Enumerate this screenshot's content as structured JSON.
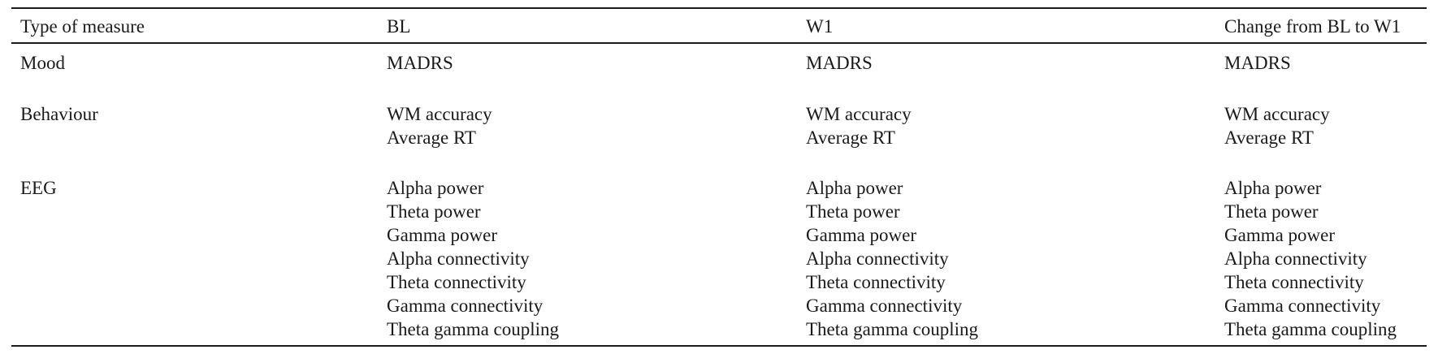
{
  "table": {
    "headers": [
      "Type of measure",
      "BL",
      "W1",
      "Change from BL to W1"
    ],
    "rows": [
      {
        "type": "Mood",
        "bl": [
          "MADRS"
        ],
        "w1": [
          "MADRS"
        ],
        "change": [
          "MADRS"
        ]
      },
      {
        "type": "Behaviour",
        "bl": [
          "WM accuracy",
          "Average RT"
        ],
        "w1": [
          "WM accuracy",
          "Average RT"
        ],
        "change": [
          "WM accuracy",
          "Average RT"
        ]
      },
      {
        "type": "EEG",
        "bl": [
          "Alpha power",
          "Theta power",
          "Gamma power",
          "Alpha connectivity",
          "Theta connectivity",
          "Gamma connectivity",
          "Theta gamma coupling"
        ],
        "w1": [
          "Alpha power",
          "Theta power",
          "Gamma power",
          "Alpha connectivity",
          "Theta connectivity",
          "Gamma connectivity",
          "Theta gamma coupling"
        ],
        "change": [
          "Alpha power",
          "Theta power",
          "Gamma power",
          "Alpha connectivity",
          "Theta connectivity",
          "Gamma connectivity",
          "Theta gamma coupling"
        ]
      }
    ]
  }
}
